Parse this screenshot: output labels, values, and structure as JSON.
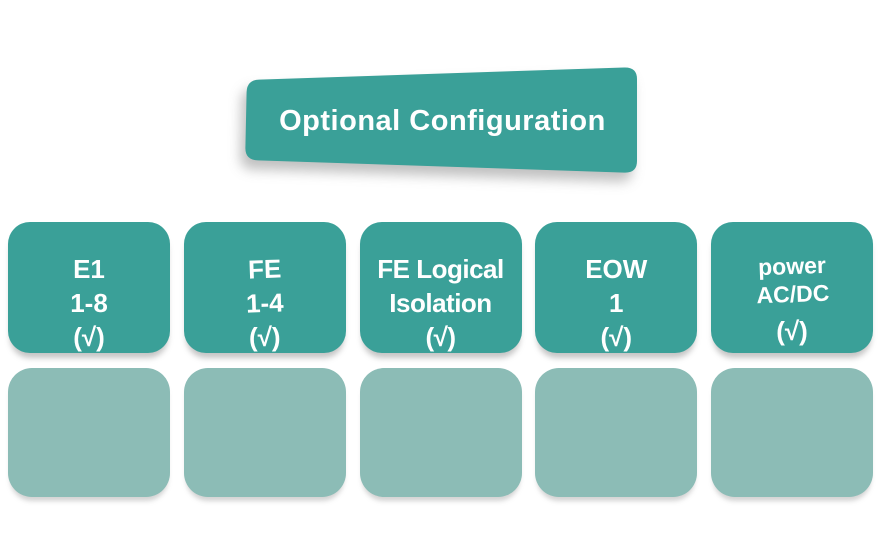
{
  "banner": {
    "label": "Optional Configuration"
  },
  "colors": {
    "teal": "#3aa098",
    "sage": "#8cbcb6",
    "text": "#ffffff",
    "background": "#ffffff"
  },
  "option_boxes": [
    {
      "id": "e1",
      "lines": [
        "E1",
        "1-8",
        "(√)"
      ]
    },
    {
      "id": "fe",
      "lines": [
        "FE",
        "1-4",
        "(√)"
      ]
    },
    {
      "id": "fe-logical",
      "lines": [
        "FE Logical",
        "Isolation",
        "(√)"
      ]
    },
    {
      "id": "eow",
      "lines": [
        "EOW",
        "1",
        "(√)"
      ]
    },
    {
      "id": "power",
      "lines": [
        "power",
        "AC/DC",
        "(√)"
      ]
    }
  ],
  "placeholder_row": {
    "count": 5
  }
}
